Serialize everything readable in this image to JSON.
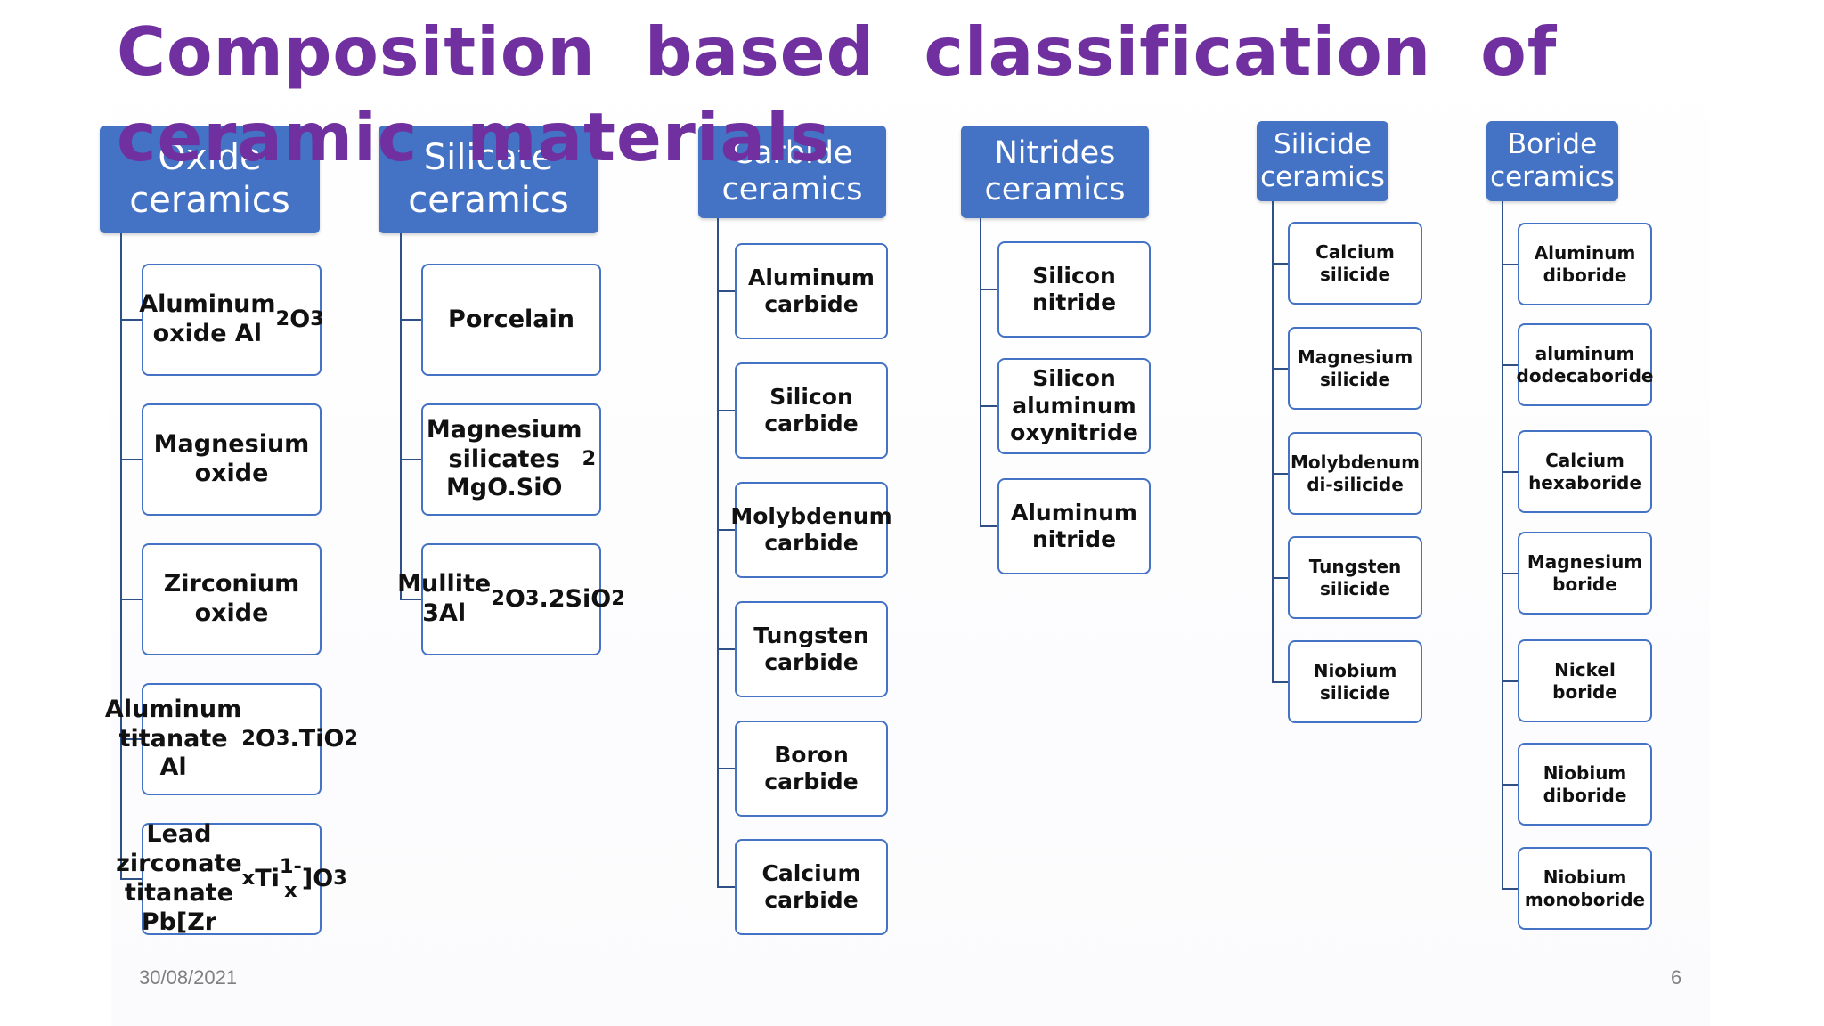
{
  "slide": {
    "title": "Composition  based  classification  of  ceramic  materials",
    "date": "30/08/2021",
    "page_number": "6"
  },
  "columns": [
    {
      "id": "oxide",
      "header": "Oxide\nceramics",
      "items": [
        {
          "html": "Aluminum<br>oxide Al<sub>2</sub>O<sub>3</sub>",
          "text": "Aluminum oxide Al2O3"
        },
        {
          "html": "Magnesium<br>oxide",
          "text": "Magnesium oxide"
        },
        {
          "html": "Zirconium<br>oxide",
          "text": "Zirconium oxide"
        },
        {
          "html": "Aluminum<br>titanate<br>Al<sub>2</sub>O<sub>3</sub>.TiO<sub>2</sub>",
          "text": "Aluminum titanate Al2O3.TiO2"
        },
        {
          "html": "Lead zirconate<br>titanate<br>Pb[Zr<sub>x</sub>Ti<sub>1-x</sub>]O<sub>3</sub>",
          "text": "Lead zirconate titanate Pb[ZrxTi1-x]O3"
        }
      ]
    },
    {
      "id": "silicate",
      "header": "Silicate\nceramics",
      "items": [
        {
          "html": "Porcelain",
          "text": "Porcelain"
        },
        {
          "html": "Magnesium<br>silicates<br>MgO.SiO<sub>2</sub>",
          "text": "Magnesium silicates MgO.SiO2"
        },
        {
          "html": "Mullite<br>3Al<sub>2</sub>O<sub>3</sub>.2SiO<sub>2</sub>",
          "text": "Mullite 3Al2O3.2SiO2"
        }
      ]
    },
    {
      "id": "carbide",
      "header": "Carbide\nceramics",
      "items": [
        {
          "html": "Aluminum<br>carbide",
          "text": "Aluminum carbide"
        },
        {
          "html": "Silicon<br>carbide",
          "text": "Silicon carbide"
        },
        {
          "html": "Molybdenum<br>carbide",
          "text": "Molybdenum carbide"
        },
        {
          "html": "Tungsten<br>carbide",
          "text": "Tungsten carbide"
        },
        {
          "html": "Boron<br>carbide",
          "text": "Boron carbide"
        },
        {
          "html": "Calcium<br>carbide",
          "text": "Calcium carbide"
        }
      ]
    },
    {
      "id": "nitride",
      "header": "Nitrides\nceramics",
      "items": [
        {
          "html": "Silicon<br>nitride",
          "text": "Silicon nitride"
        },
        {
          "html": "Silicon<br>aluminum<br>oxynitride",
          "text": "Silicon aluminum oxynitride"
        },
        {
          "html": "Aluminum<br>nitride",
          "text": "Aluminum nitride"
        }
      ]
    },
    {
      "id": "silicide",
      "header": "Silicide\nceramics",
      "items": [
        {
          "html": "Calcium<br>silicide",
          "text": "Calcium silicide"
        },
        {
          "html": "Magnesium<br>silicide",
          "text": "Magnesium silicide"
        },
        {
          "html": "Molybdenum<br>di-silicide",
          "text": "Molybdenum di-silicide"
        },
        {
          "html": "Tungsten<br>silicide",
          "text": "Tungsten silicide"
        },
        {
          "html": "Niobium<br>silicide",
          "text": "Niobium silicide"
        }
      ]
    },
    {
      "id": "boride",
      "header": "Boride\nceramics",
      "items": [
        {
          "html": "Aluminum<br>diboride",
          "text": "Aluminum diboride"
        },
        {
          "html": "aluminum<br>dodecaboride",
          "text": "aluminum dodecaboride"
        },
        {
          "html": "Calcium<br>hexaboride",
          "text": "Calcium hexaboride"
        },
        {
          "html": "Magnesium<br>boride",
          "text": "Magnesium boride"
        },
        {
          "html": "Nickel boride",
          "text": "Nickel boride"
        },
        {
          "html": "Niobium<br>diboride",
          "text": "Niobium diboride"
        },
        {
          "html": "Niobium<br>monoboride",
          "text": "Niobium monoboride"
        }
      ]
    }
  ],
  "colors": {
    "title": "#7030a0",
    "header_fill": "#4472c4",
    "box_border": "#4472c4",
    "connector": "#2f4f87"
  }
}
